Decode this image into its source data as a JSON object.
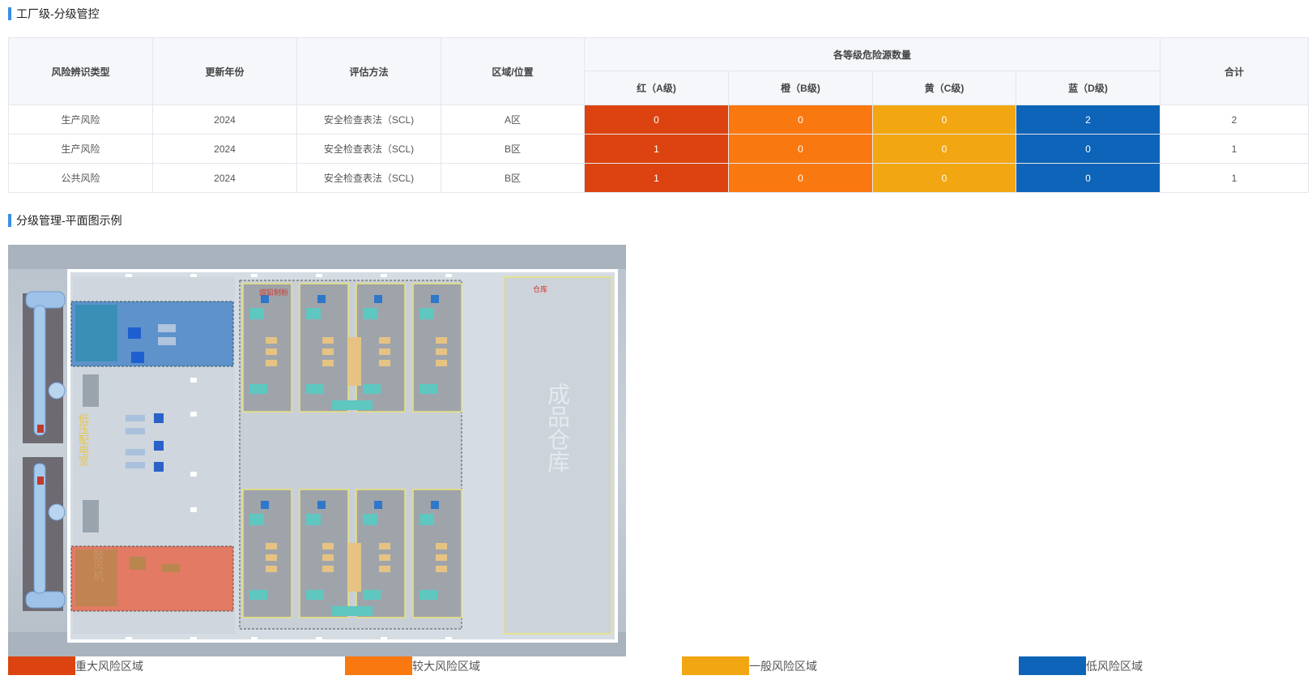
{
  "section1": {
    "title": "工厂级-分级管控"
  },
  "table": {
    "headers": {
      "type": "风险辨识类型",
      "year": "更新年份",
      "method": "评估方法",
      "area": "区域/位置",
      "levels_group": "各等级危险源数量",
      "red": "红（A级)",
      "orange": "橙（B级)",
      "yellow": "黄（C级)",
      "blue": "蓝（D级)",
      "total": "合计"
    },
    "rows": [
      {
        "type": "生产风险",
        "year": "2024",
        "method": "安全检查表法（SCL)",
        "area": "A区",
        "red": "0",
        "orange": "0",
        "yellow": "0",
        "blue": "2",
        "total": "2"
      },
      {
        "type": "生产风险",
        "year": "2024",
        "method": "安全检查表法（SCL)",
        "area": "B区",
        "red": "1",
        "orange": "0",
        "yellow": "0",
        "blue": "0",
        "total": "1"
      },
      {
        "type": "公共风险",
        "year": "2024",
        "method": "安全检查表法（SCL)",
        "area": "B区",
        "red": "1",
        "orange": "0",
        "yellow": "0",
        "blue": "0",
        "total": "1"
      }
    ]
  },
  "section2": {
    "title": "分级管理-平面图示例"
  },
  "floorplan": {
    "label_workshop": "熔铅制粉",
    "label_warehouse": "仓库",
    "label_finished": "成品仓库",
    "label_power": "低压配电室",
    "label_fan": "鼓风机"
  },
  "legend": [
    {
      "label": "重大风险区域",
      "color": "#dc4310"
    },
    {
      "label": "较大风险区域",
      "color": "#fa7810"
    },
    {
      "label": "一般风险区域",
      "color": "#f2a611"
    },
    {
      "label": "低风险区域",
      "color": "#0d64b8"
    }
  ]
}
